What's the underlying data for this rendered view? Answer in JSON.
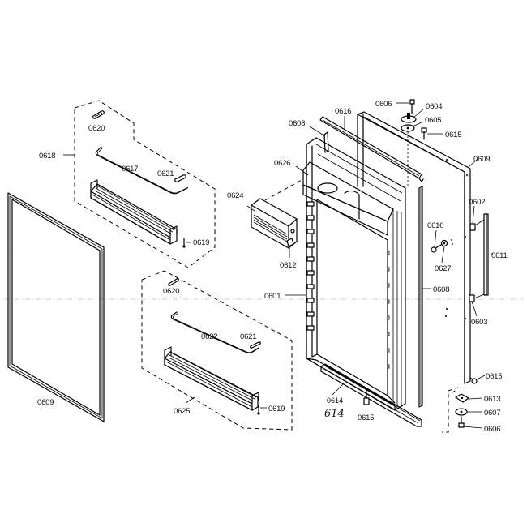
{
  "diagram": {
    "type": "exploded-parts-view",
    "subject": "Refrigerator door assembly",
    "labels": {
      "p0601": "0601",
      "p0602": "0602",
      "p0603": "0603",
      "p0604": "0604",
      "p0605": "0605",
      "p0606_top": "0606",
      "p0606_bottom": "0606",
      "p0607": "0607",
      "p0608_top": "0608",
      "p0608_right": "0608",
      "p0609_right": "0609",
      "p0609_gasket": "0609",
      "p0610": "0610",
      "p0611": "0611",
      "p0612": "0612",
      "p0613": "0613",
      "p0615_top": "0615",
      "p0615_right": "0615",
      "p0615_bottom": "0615",
      "p0616": "0616",
      "p0617": "0617",
      "p0618": "0618",
      "p0619_upper": "0619",
      "p0619_lower": "0619",
      "p0620_upper": "0620",
      "p0620_lower": "0620",
      "p0621_upper": "0621",
      "p0621_lower": "0621",
      "p0622": "0622",
      "p0624": "0624",
      "p0625": "0625",
      "p0626": "0626",
      "p0627": "0627",
      "p0614_struck": "0614",
      "p0614_handwritten": "614"
    }
  }
}
